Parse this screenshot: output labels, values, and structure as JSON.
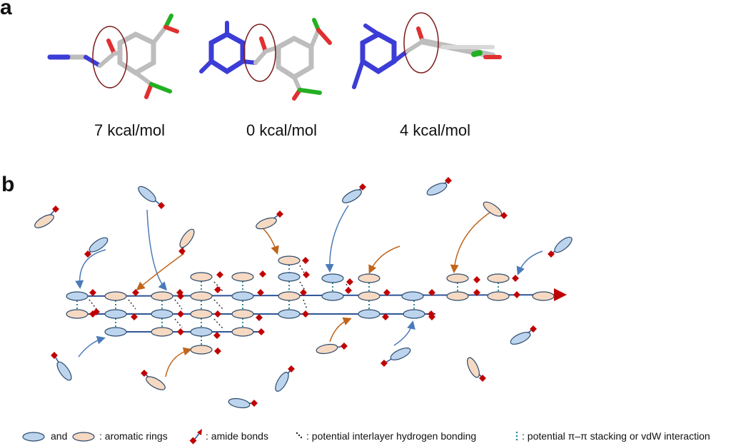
{
  "panel_a": {
    "letter": "a",
    "conformers": [
      {
        "energy_label": "7 kcal/mol"
      },
      {
        "energy_label": "0 kcal/mol"
      },
      {
        "energy_label": "4 kcal/mol"
      }
    ]
  },
  "panel_b": {
    "letter": "b",
    "legend": {
      "and_text": "and",
      "rings_text": ": aromatic rings",
      "amide_text": ": amide bonds",
      "hbond_text": ": potential interlayer hydrogen bonding",
      "stacking_text": ": potential π–π stacking or vdW interaction"
    }
  },
  "colors": {
    "blue_ring_fill": "#bcd4ee",
    "peach_ring_fill": "#f6d9c2",
    "ring_stroke": "#2b4a6b",
    "chain_line": "#2f5597",
    "amide_red": "#c00000",
    "arrow_blue": "#4a7ab8",
    "arrow_orange": "#c0651c",
    "stacking_teal": "#2e8b9a",
    "circle_red": "#7b1a1a",
    "nitrogen_blue": "#3c3cd6",
    "oxygen_red": "#e03030",
    "chlorine_green": "#22b022",
    "carbon_grey": "#bdbdbd"
  }
}
